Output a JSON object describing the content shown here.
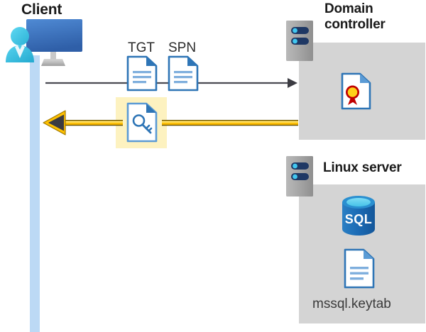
{
  "diagram": {
    "title_client": "Client",
    "title_domain_controller": "Domain\ncontroller",
    "title_linux_server": "Linux server",
    "labels": {
      "tgt": "TGT",
      "spn": "SPN",
      "keytab_file": "mssql.keytab"
    },
    "icons": {
      "client": "user-with-monitor-icon",
      "tgt_document": "document-icon",
      "spn_document": "document-icon",
      "key_document": "key-document-icon",
      "certificate": "certificate-document-icon",
      "database": "sql-database-icon",
      "keytab_document": "document-icon",
      "server_dc": "server-icon",
      "server_linux": "server-icon"
    },
    "flows": [
      {
        "name": "request-flow",
        "direction": "right",
        "color": "#4a4a52",
        "style": "thin-arrow"
      },
      {
        "name": "response-flow",
        "direction": "left",
        "color": "#ffc000",
        "style": "thick-highlighted-arrow"
      }
    ],
    "colors": {
      "panel_gray": "#d4d4d4",
      "lifeline_blue": "#bcd9f5",
      "highlight_yellow": "#fdf2c0",
      "arrow_yellow": "#ffc000",
      "arrow_dark": "#4a4a52",
      "doc_blue": "#2e75b6",
      "doc_line_blue": "#7eaedd",
      "sql_blue": "#1e6bb8",
      "seal_gold": "#ffd11a",
      "seal_red": "#c00000",
      "server_body": "#a6a6a6",
      "server_bar": "#1f3864",
      "server_dot": "#41c7f0",
      "monitor_blue": "#3e74c0",
      "person_cyan": "#3fc6e8"
    }
  }
}
